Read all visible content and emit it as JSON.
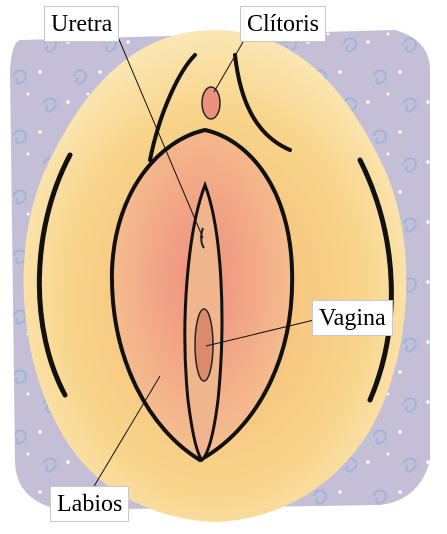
{
  "diagram": {
    "labels": {
      "urethra": "Uretra",
      "clitoris": "Clítoris",
      "vagina": "Vagina",
      "labia": "Labios"
    }
  },
  "colors": {
    "background_pattern": "#c4bfd6",
    "outer_glow": "#f8d48a",
    "skin_light": "#f3c18d",
    "skin_inner": "#ef9d80",
    "outline": "#111111"
  }
}
